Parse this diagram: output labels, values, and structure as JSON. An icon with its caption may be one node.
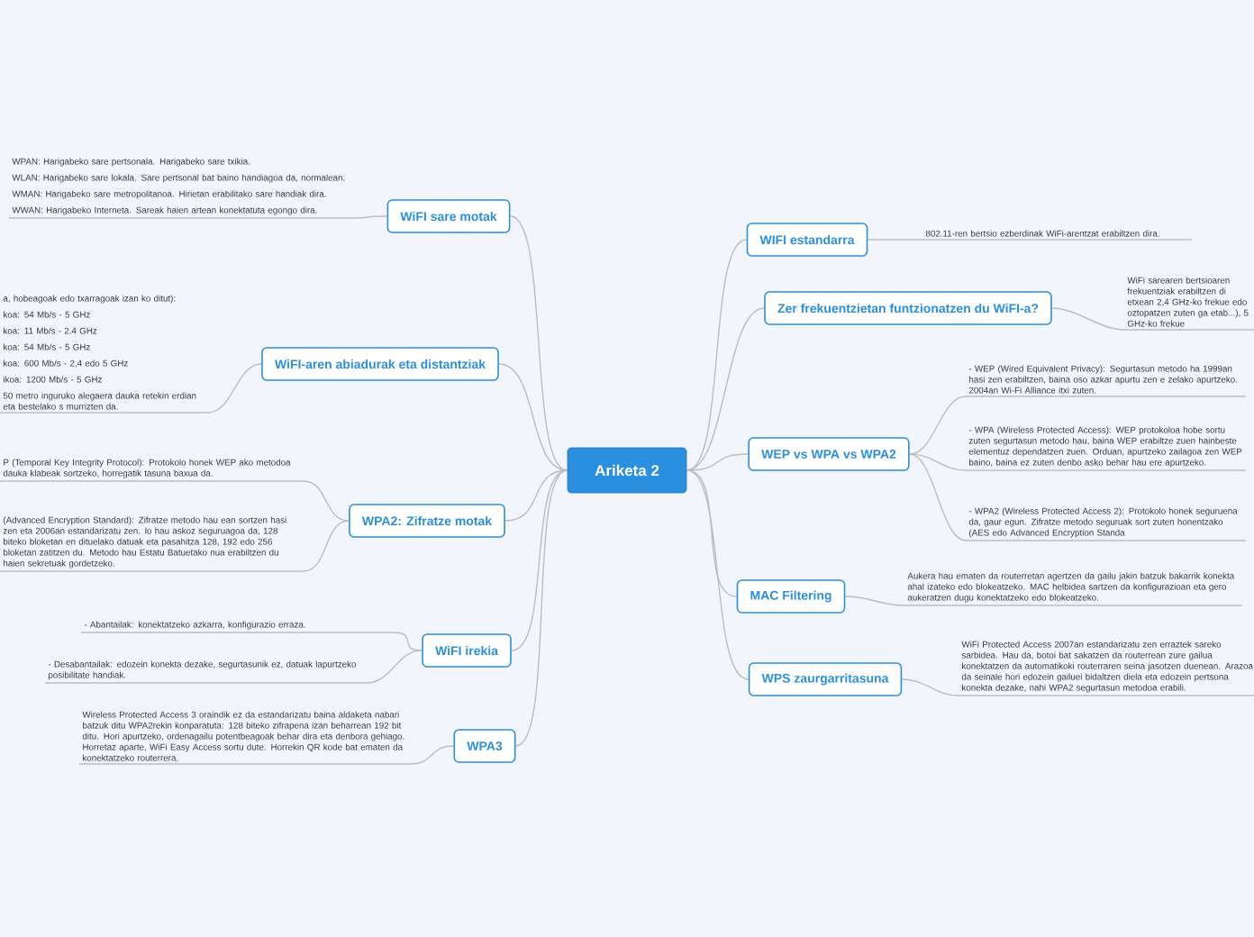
{
  "diagram": {
    "nodes": [
      {
        "text": [
          "Ariketa 2"
        ]
      },
      {
        "text": [
          "WiFI sare motak"
        ]
      },
      {
        "text": [
          "WPAN: Harigabeko sare pertsonala. Harigabeko sare txikia.",
          "WLAN: Harigabeko sare lokala. Sare pertsonal bat baino handiagoa da, normalean.",
          "WMAN: Harigabeko sare metropolitanoa. Hirietan erabilitako sare handiak dira.",
          "WWAN: Harigabeko Interneta. Sareak haien artean konektatuta egongo dira."
        ]
      },
      {
        "text": [
          "WiFI-aren abiadurak eta distantziak"
        ]
      },
      {
        "text": [
          "a, hobeagoak edo txarragoak izan ko ditut):",
          "koa: 54 Mb/s - 5 GHz",
          "koa: 11 Mb/s - 2.4 GHz",
          "koa: 54 Mb/s - 5 GHz",
          "koa: 600 Mb/s - 2,4 edo 5 GHz",
          "ikoa: 1200 Mb/s - 5 GHz",
          "50 metro inguruko alegaera dauka retekin erdian eta bestelako s murrizten da."
        ]
      },
      {
        "text": [
          "WPA2: Zifratze motak"
        ]
      },
      {
        "text": [
          "P (Temporal Key Integrity Protocol): Protokolo honek WEP ako metodoa dauka klabeak sortzeko, horregatik tasuna baxua da."
        ]
      },
      {
        "text": [
          "(Advanced Encryption Standard): Zifratze metodo hau ean sortzen hasi zen eta 2006an estandarizatu zen. lo hau askoz seguruagoa da, 128 biteko bloketan en dituelako datuak eta pasahitza 128, 192 edo 256 bloketan zatitzen du. Metodo hau Estatu Batuetako nua erabiltzen du haien sekretuak gordetzeko."
        ]
      },
      {
        "text": [
          "WiFI irekia"
        ]
      },
      {
        "text": [
          "- Abantailak: konektatzeko azkarra, konfigurazio erraza."
        ]
      },
      {
        "text": [
          "- Desabantailak: edozein konekta dezake, segurtasunik ez, datuak lapurtzeko posibilitate handiak."
        ]
      },
      {
        "text": [
          "WPA3"
        ]
      },
      {
        "text": [
          "Wireless Protected Access 3 oraindik ez da estandarizatu baina aldaketa nabari batzuk ditu WPA2rekin konparatuta: 128 biteko zifrapena izan beharrean 192 bit ditu. Hori apurtzeko, ordenagailu potentbeagoak behar dira eta denbora gehiago. Horretaz aparte, WiFi Easy Access sortu dute. Horrekin QR kode bat ematen da konektatzeko routerrera."
        ]
      },
      {
        "text": [
          "WIFI estandarra"
        ]
      },
      {
        "text": [
          "802.11-ren bertsio ezberdinak WiFi-arentzat erabiltzen dira."
        ]
      },
      {
        "text": [
          "Zer frekuentzietan funtzionatzen du WiFI-a?"
        ]
      },
      {
        "text": [
          "WiFi sarearen bertsioaren frekuentziak erabiltzen di etxean 2,4 GHz-ko frekue edo oztopatzen zuten ga etab...), 5 GHz-ko frekue"
        ]
      },
      {
        "text": [
          "WEP vs WPA vs WPA2"
        ]
      },
      {
        "text": [
          "- WEP (Wired Equivalent Privacy): Segurtasun metodo ha 1999an hasi zen erabiltzen, baina oso azkar apurtu zen e zelako apurtzeko. 2004an Wi-Fi Alliance itxi zuten."
        ]
      },
      {
        "text": [
          "- WPA (Wireless Protected Access): WEP protokoloa hobe sortu zuten segurtasun metodo hau, baina WEP erabiltze zuen hainbeste elementuz dependatzen zuen. Orduan, apurtzeko zailagoa zen WEP baino, baina ez zuten denbo asko behar hau ere apurtzeko."
        ]
      },
      {
        "text": [
          "- WPA2 (Wireless Protected Access 2): Protokolo honek seguruena da, gaur egun. Zifratze metodo seguruak sort zuten honentzako (AES edo Advanced Encryption Standa"
        ]
      },
      {
        "text": [
          "MAC Filtering"
        ]
      },
      {
        "text": [
          "Aukera hau ematen da routerretan agertzen da gailu jakin batzuk bakarrik konekta ahal izateko edo blokeatzeko. MAC helbidea sartzen da konfigurazioan eta gero aukeratzen dugu konektatzeko edo blokeatzeko."
        ]
      },
      {
        "text": [
          "WPS zaurgarritasuna"
        ]
      },
      {
        "text": [
          "WiFi Protected Access 2007an estandarizatu zen erraztek sareko sarbidea. Hau da, botoi bat sakatzen da routerrean zure gailua konektatzen da automatikoki routerraren seina jasotzen duenean. Arazoa da seinale hori edozein gailuei bidaltzen diela eta edozein pertsona konekta dezake, nahi WPA2 segurtasun metodoa erabili."
        ]
      }
    ],
    "edges": [
      {
        "from": 0,
        "to": 1,
        "arrow": "none"
      },
      {
        "from": 0,
        "to": 3,
        "arrow": "none"
      },
      {
        "from": 0,
        "to": 5,
        "arrow": "none"
      },
      {
        "from": 0,
        "to": 8,
        "arrow": "none"
      },
      {
        "from": 0,
        "to": 11,
        "arrow": "none"
      },
      {
        "from": 0,
        "to": 13,
        "arrow": "none"
      },
      {
        "from": 0,
        "to": 15,
        "arrow": "none"
      },
      {
        "from": 0,
        "to": 17,
        "arrow": "none"
      },
      {
        "from": 0,
        "to": 21,
        "arrow": "none"
      },
      {
        "from": 0,
        "to": 23,
        "arrow": "none"
      },
      {
        "from": 1,
        "to": 2,
        "arrow": "none"
      },
      {
        "from": 3,
        "to": 4,
        "arrow": "none"
      },
      {
        "from": 5,
        "to": 6,
        "arrow": "none"
      },
      {
        "from": 5,
        "to": 7,
        "arrow": "none"
      },
      {
        "from": 8,
        "to": 9,
        "arrow": "none"
      },
      {
        "from": 8,
        "to": 10,
        "arrow": "none"
      },
      {
        "from": 11,
        "to": 12,
        "arrow": "none"
      },
      {
        "from": 13,
        "to": 14,
        "arrow": "none"
      },
      {
        "from": 15,
        "to": 16,
        "arrow": "none"
      },
      {
        "from": 17,
        "to": 18,
        "arrow": "none"
      },
      {
        "from": 17,
        "to": 19,
        "arrow": "none"
      },
      {
        "from": 17,
        "to": 20,
        "arrow": "none"
      },
      {
        "from": 21,
        "to": 22,
        "arrow": "none"
      },
      {
        "from": 23,
        "to": 24,
        "arrow": "none"
      }
    ]
  }
}
